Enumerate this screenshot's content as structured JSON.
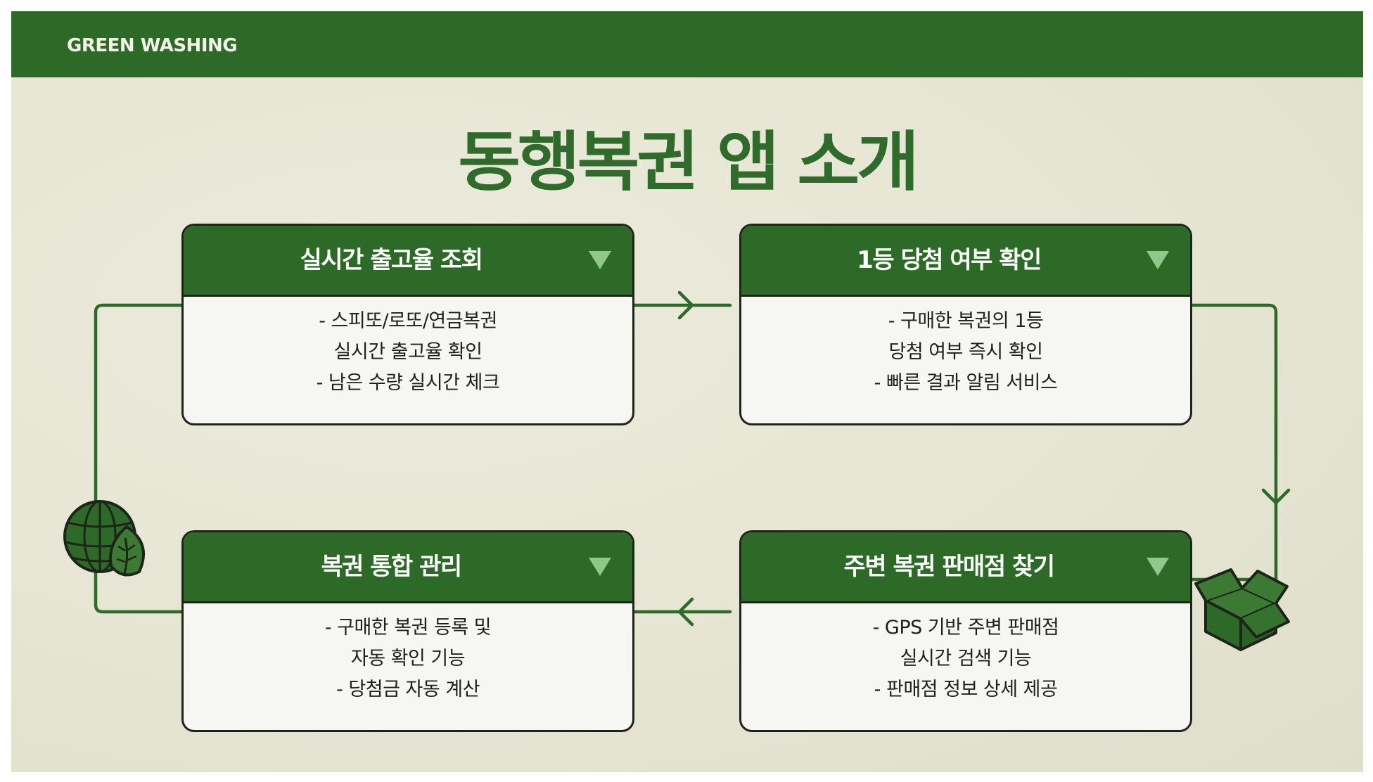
{
  "header": {
    "brand": "GREEN WASHING"
  },
  "title": "동행복권 앱 소개",
  "cards": [
    {
      "title": "실시간 출고율 조회",
      "lines": [
        "- 스피또/로또/연금복권",
        "실시간 출고율 확인",
        "- 남은 수량 실시간 체크"
      ]
    },
    {
      "title": "1등 당첨 여부 확인",
      "lines": [
        "- 구매한 복권의 1등",
        "당첨 여부 즉시 확인",
        "- 빠른 결과 알림 서비스"
      ]
    },
    {
      "title": "복권 통합 관리",
      "lines": [
        "- 구매한 복권 등록 및",
        "자동 확인 기능",
        "- 당첨금 자동 계산"
      ]
    },
    {
      "title": "주변 복권 판매점 찾기",
      "lines": [
        "- GPS 기반 주변 판매점",
        "실시간 검색 기능",
        "- 판매점 정보 상세 제공"
      ]
    }
  ],
  "icons": {
    "card_toggle": "triangle-down-icon",
    "left_decoration": "globe-leaf-icon",
    "right_decoration": "open-box-icon"
  },
  "colors": {
    "primary_green": "#2d6a27",
    "light_green": "#8fc88a",
    "background": "#e6e5d3",
    "card_body": "#f6f6f2"
  }
}
